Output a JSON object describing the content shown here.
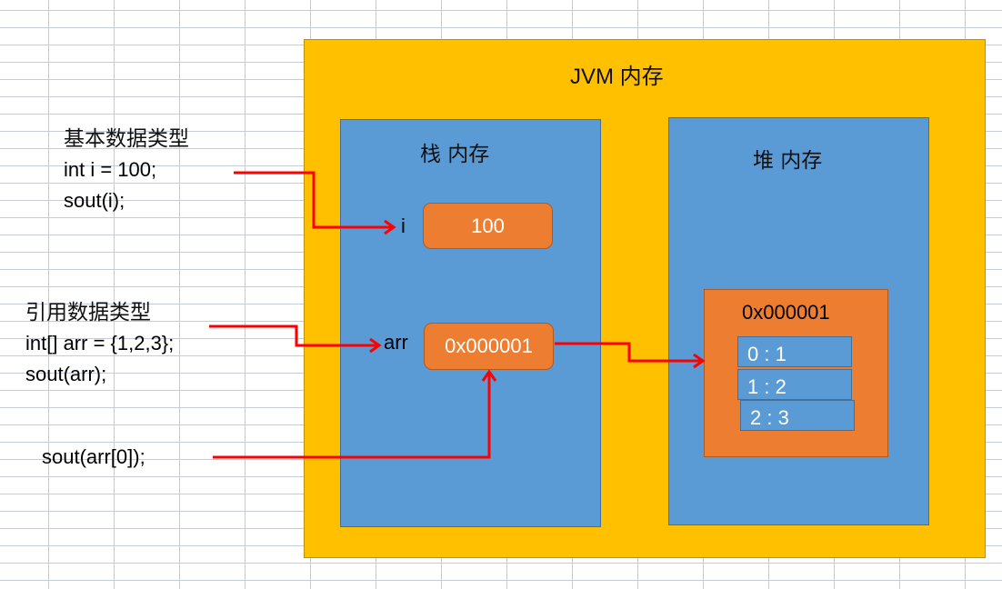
{
  "left_code": {
    "primitive": {
      "heading": "基本数据类型",
      "lines": [
        "int i = 100;",
        "sout(i);"
      ]
    },
    "reference": {
      "heading": "引用数据类型",
      "lines": [
        "int[] arr = {1,2,3};",
        "sout(arr);"
      ]
    },
    "index_access": "sout(arr[0]);"
  },
  "jvm": {
    "title": "JVM 内存",
    "stack": {
      "title": "栈 内存",
      "vars": [
        {
          "name": "i",
          "value": "100"
        },
        {
          "name": "arr",
          "value": "0x000001"
        }
      ]
    },
    "heap": {
      "title": "堆 内存",
      "object": {
        "address": "0x000001",
        "cells": [
          "0 : 1",
          "1 : 2",
          "2 : 3"
        ]
      }
    }
  },
  "colors": {
    "jvm_fill": "#ffc000",
    "region_fill": "#5b9bd5",
    "box_fill": "#ed7d31",
    "arrow": "#ff0000",
    "grid": "#c6cbd8"
  }
}
